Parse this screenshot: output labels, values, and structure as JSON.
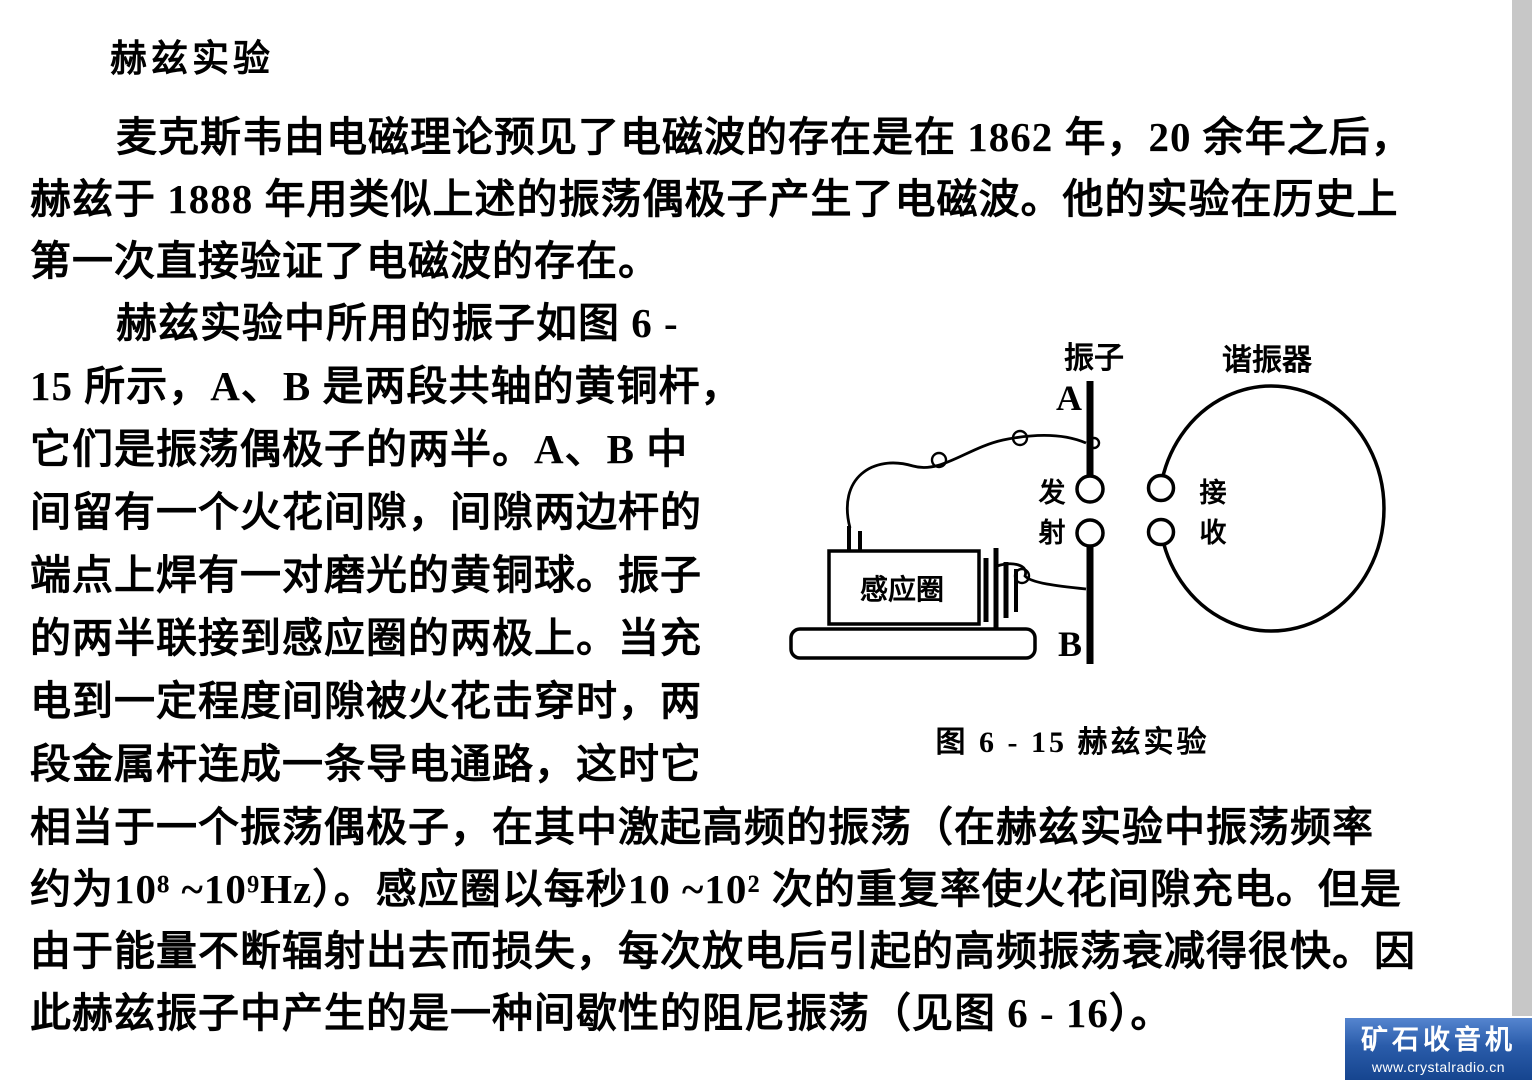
{
  "page": {
    "heading": "赫兹实验",
    "para1_lines": [
      "麦克斯韦由电磁理论预见了电磁波的存在是在 1862 年，20 余年之后，",
      "赫兹于 1888 年用类似上述的振荡偶极子产生了电磁波。他的实验在历史上",
      "第一次直接验证了电磁波的存在。"
    ],
    "para2_lines": [
      "赫兹实验中所用的振子如图 6 -",
      "15 所示，A、B 是两段共轴的黄铜杆，",
      "它们是振荡偶极子的两半。A、B 中",
      "间留有一个火花间隙，间隙两边杆的",
      "端点上焊有一对磨光的黄铜球。振子",
      "的两半联接到感应圈的两极上。当充",
      "电到一定程度间隙被火花击穿时，两",
      "段金属杆连成一条导电通路，这时它"
    ],
    "para3_lines": [
      "相当于一个振荡偶极子，在其中激起高频的振荡（在赫兹实验中振荡频率",
      "约为10⁸ ~10⁹Hz）。感应圈以每秒10 ~10² 次的重复率使火花间隙充电。但是",
      "由于能量不断辐射出去而损失，每次放电后引起的高频振荡衰减得很快。因",
      "此赫兹振子中产生的是一种间歇性的阻尼振荡（见图 6 - 16）。"
    ]
  },
  "figure": {
    "label_oscillator": "振子",
    "label_resonator": "谐振器",
    "label_a": "A",
    "label_b": "B",
    "label_transmit_top": "发",
    "label_transmit_bottom": "射",
    "label_receive_top": "接",
    "label_receive_bottom": "收",
    "label_coil": "感应圈",
    "caption": "图 6 - 15  赫兹实验"
  },
  "watermark": {
    "title": "矿石收音机",
    "url": "www.crystalradio.cn",
    "bg_color": "#2a5caa"
  }
}
